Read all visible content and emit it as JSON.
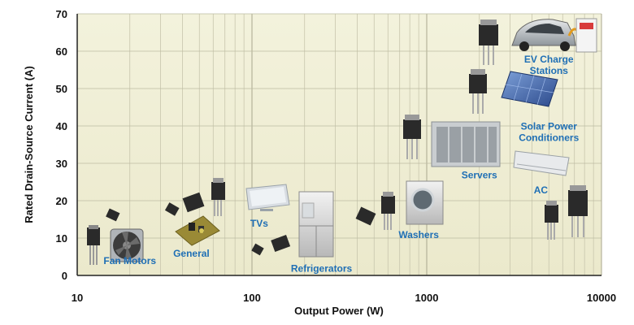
{
  "chart_data": {
    "type": "scatter",
    "xlabel": "Output Power (W)",
    "ylabel": "Rated Drain-Source Current (A)",
    "x_scale": "log",
    "xlim": [
      10,
      10000
    ],
    "ylim": [
      0,
      70
    ],
    "x_ticks": [
      "10",
      "100",
      "1000",
      "10000"
    ],
    "y_ticks": [
      "0",
      "10",
      "20",
      "30",
      "40",
      "50",
      "60",
      "70"
    ],
    "grid": true,
    "applications": [
      {
        "label": "Fan Motors",
        "x": 20,
        "y": 3
      },
      {
        "label": "General",
        "x": 45,
        "y": 5
      },
      {
        "label": "TVs",
        "x": 110,
        "y": 13
      },
      {
        "label": "Refrigerators",
        "x": 250,
        "y": 1
      },
      {
        "label": "Washers",
        "x": 900,
        "y": 10
      },
      {
        "label": "Servers",
        "x": 2000,
        "y": 26
      },
      {
        "label": "AC",
        "x": 4500,
        "y": 22
      },
      {
        "label": "Solar Power Conditioners",
        "x": 5000,
        "y": 39
      },
      {
        "label": "EV Charge Stations",
        "x": 5000,
        "y": 57
      }
    ]
  }
}
